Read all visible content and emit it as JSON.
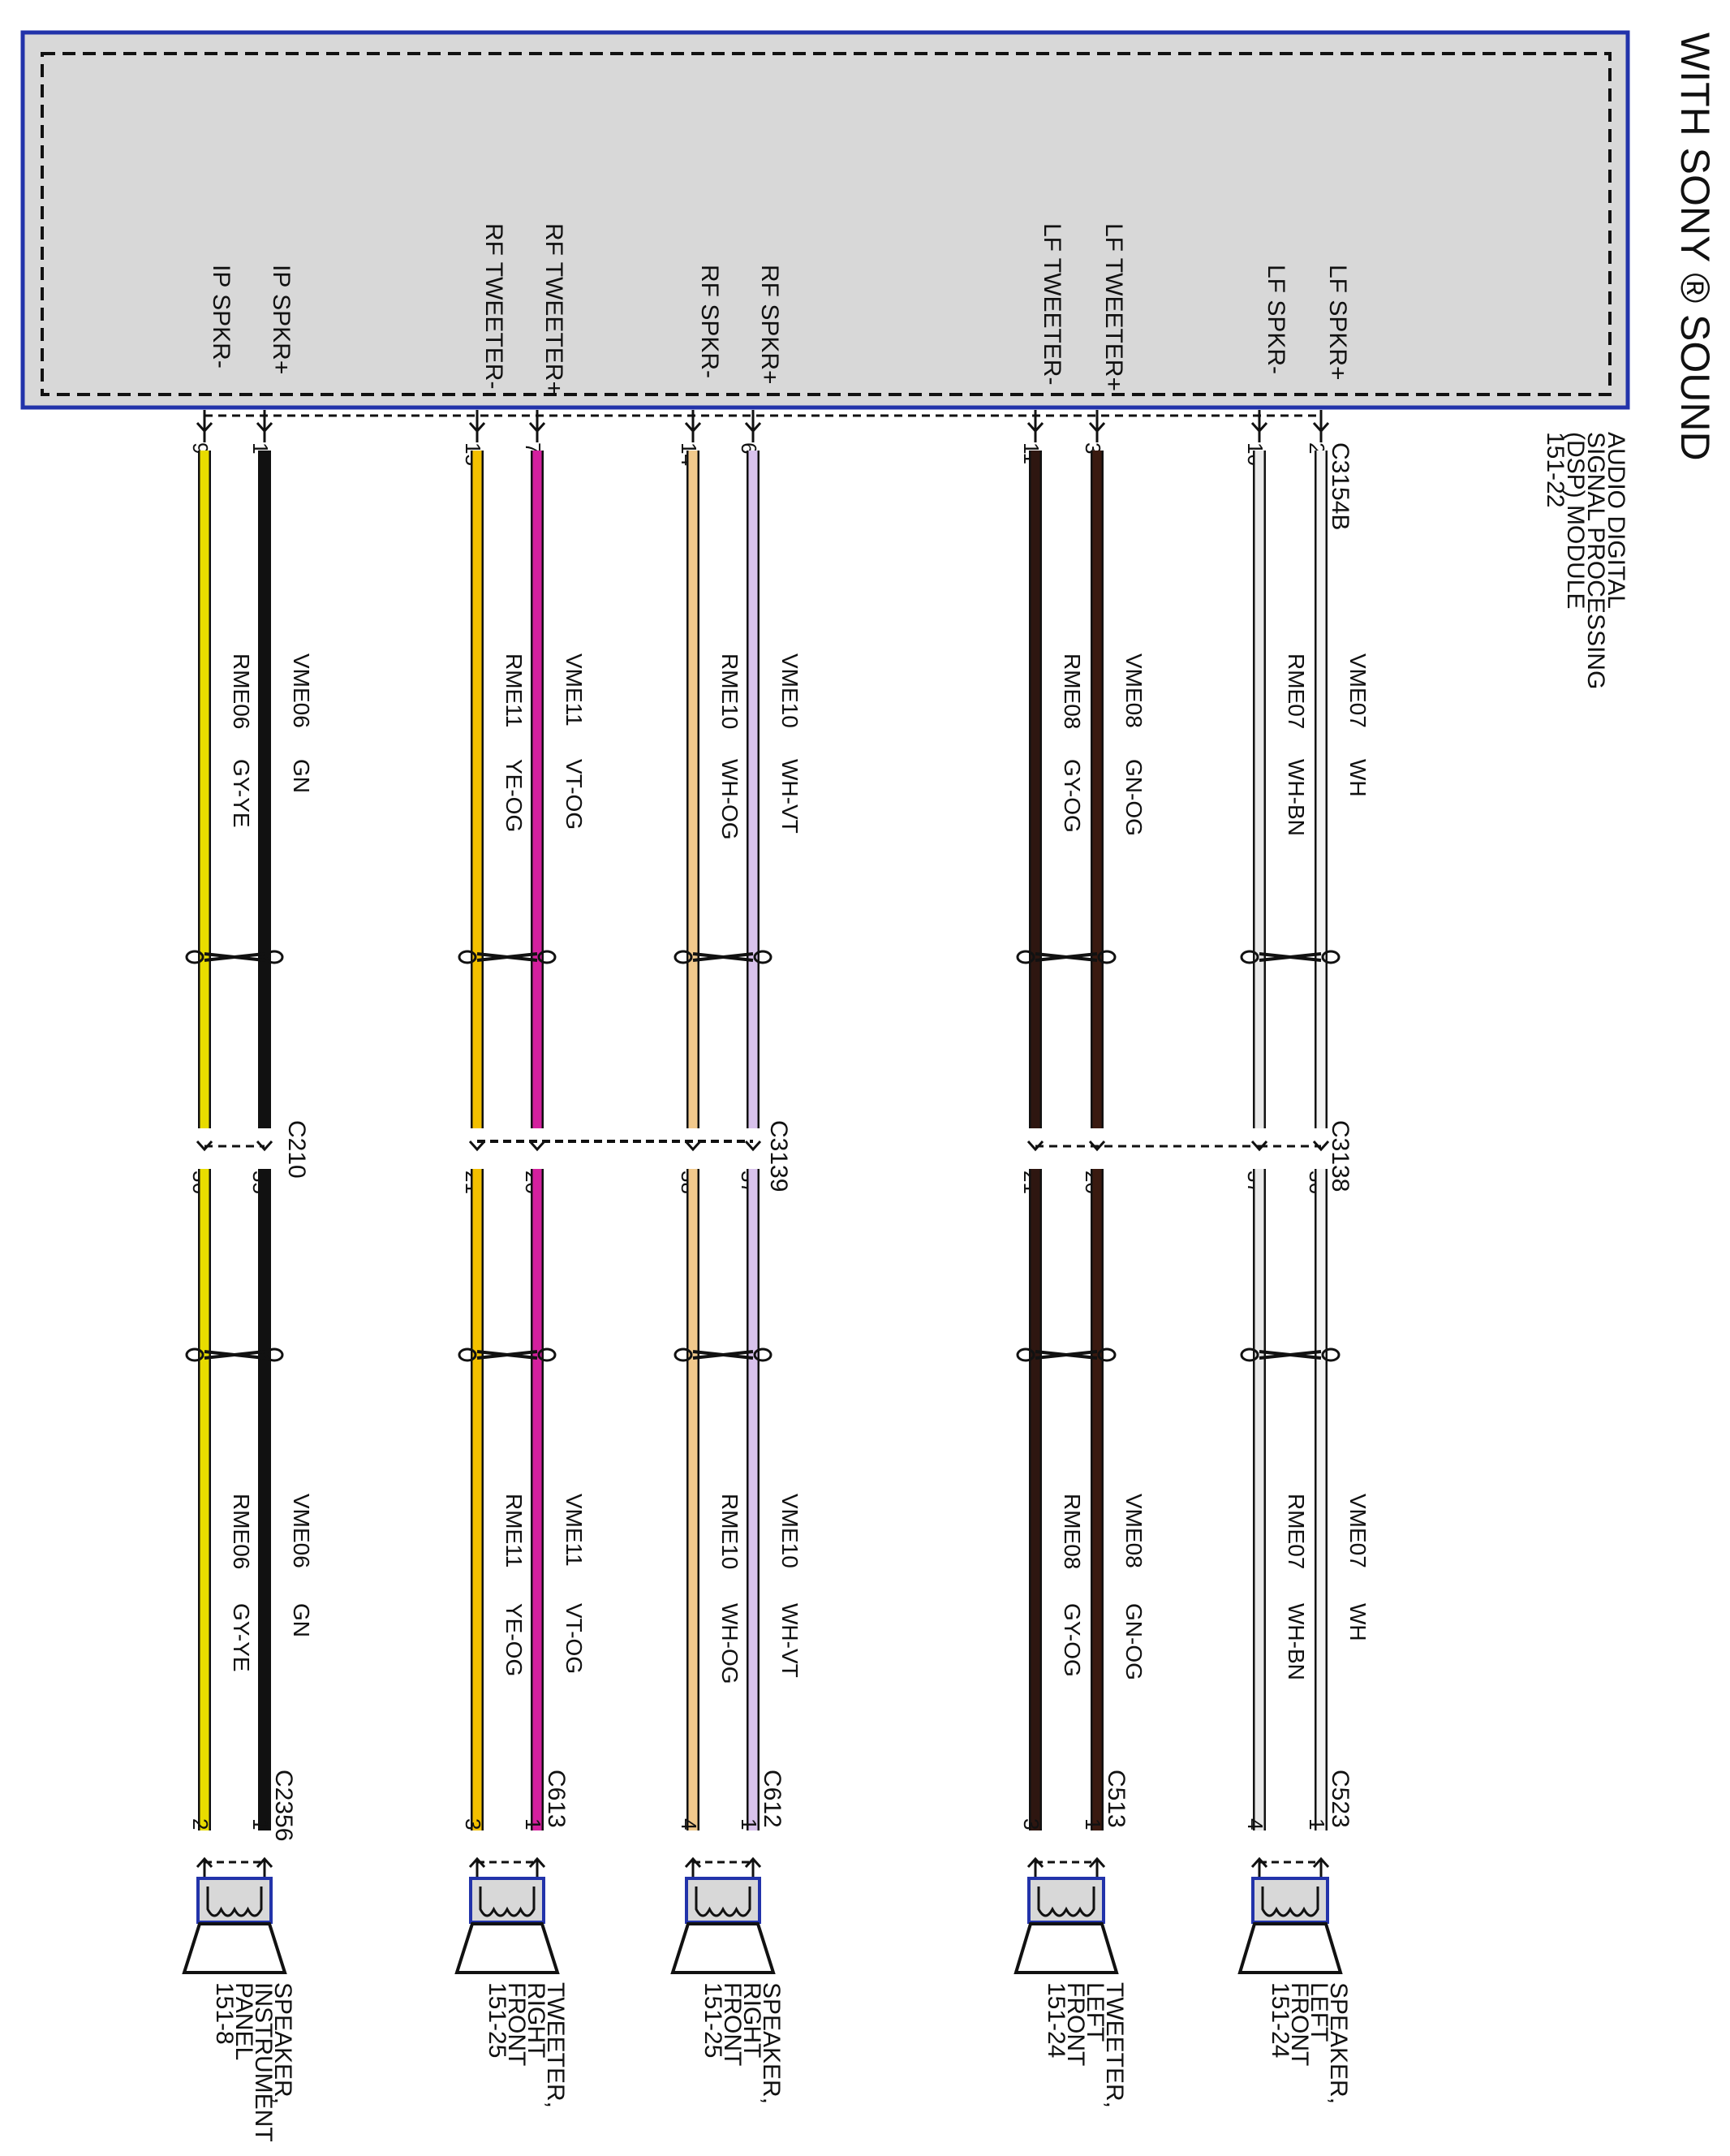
{
  "title": "WITH SONY ® SOUND",
  "module": {
    "label_lines": [
      "AUDIO DIGITAL",
      "SIGNAL PROCESSING",
      "(DSP) MODULE",
      "151-22"
    ],
    "connector": "C3154B"
  },
  "inline_connectors": {
    "lf": "C3138",
    "rf": "C3139",
    "ip": "C210"
  },
  "colors": {
    "WH": "#f4f4f4",
    "WH-BN": "#e9e9e9",
    "GN-OG": "#3a1a10",
    "GY-OG": "#2e1610",
    "WH-VT": "#d8c2ec",
    "WH-OG": "#f1c98c",
    "VT-OG": "#d4209e",
    "YE-OG": "#f3c000",
    "GN": "#111111",
    "GY-YE": "#e8dc00",
    "module_fill": "#d8d8d8",
    "module_border": "#2233aa",
    "speaker_border": "#2233aa"
  },
  "circuits": [
    {
      "pin_name": "LF SPKR+",
      "module_pin": "2",
      "circuit": "VME07",
      "color": "WH",
      "inline_pin": "36",
      "spk_pin": "1"
    },
    {
      "pin_name": "LF SPKR-",
      "module_pin": "10",
      "circuit": "RME07",
      "color": "WH-BN",
      "inline_pin": "37",
      "spk_pin": "4"
    },
    {
      "pin_name": "LF TWEETER+",
      "module_pin": "3",
      "circuit": "VME08",
      "color": "GN-OG",
      "inline_pin": "20",
      "spk_pin": "1"
    },
    {
      "pin_name": "LF TWEETER-",
      "module_pin": "11",
      "circuit": "RME08",
      "color": "GY-OG",
      "inline_pin": "21",
      "spk_pin": "3"
    },
    {
      "pin_name": "RF SPKR+",
      "module_pin": "6",
      "circuit": "VME10",
      "color": "WH-VT",
      "inline_pin": "37",
      "spk_pin": "1"
    },
    {
      "pin_name": "RF SPKR-",
      "module_pin": "14",
      "circuit": "RME10",
      "color": "WH-OG",
      "inline_pin": "38",
      "spk_pin": "4"
    },
    {
      "pin_name": "RF TWEETER+",
      "module_pin": "7",
      "circuit": "VME11",
      "color": "VT-OG",
      "inline_pin": "20",
      "spk_pin": "1"
    },
    {
      "pin_name": "RF TWEETER-",
      "module_pin": "15",
      "circuit": "RME11",
      "color": "YE-OG",
      "inline_pin": "21",
      "spk_pin": "3"
    },
    {
      "pin_name": "IP SPKR+",
      "module_pin": "1",
      "circuit": "VME06",
      "color": "GN",
      "inline_pin": "35",
      "spk_pin": "1"
    },
    {
      "pin_name": "IP SPKR-",
      "module_pin": "9",
      "circuit": "RME06",
      "color": "GY-YE",
      "inline_pin": "36",
      "spk_pin": "2"
    }
  ],
  "speakers": [
    {
      "connector": "C523",
      "lines": [
        "SPEAKER,",
        "LEFT",
        "FRONT",
        "151-24"
      ]
    },
    {
      "connector": "C513",
      "lines": [
        "TWEETER,",
        "LEFT",
        "FRONT",
        "151-24"
      ]
    },
    {
      "connector": "C612",
      "lines": [
        "SPEAKER,",
        "RIGHT",
        "FRONT",
        "151-25"
      ]
    },
    {
      "connector": "C613",
      "lines": [
        "TWEETER,",
        "RIGHT",
        "FRONT",
        "151-25"
      ]
    },
    {
      "connector": "C2356",
      "lines": [
        "SPEAKER,",
        "INSTRUMENT",
        "PANEL",
        "151-8"
      ]
    }
  ]
}
